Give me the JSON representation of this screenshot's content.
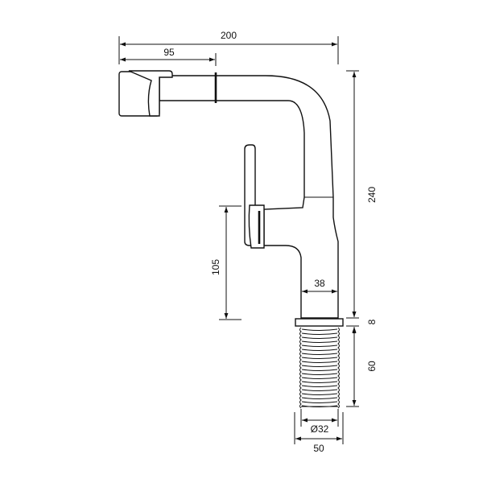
{
  "drawing": {
    "dimensions": {
      "total_width": "200",
      "spout_width": "95",
      "total_height": "240",
      "handle_height": "105",
      "body_diameter": "38",
      "nut_height": "8",
      "shank_length": "60",
      "shank_diameter": "Ø32",
      "base_width": "50"
    }
  }
}
